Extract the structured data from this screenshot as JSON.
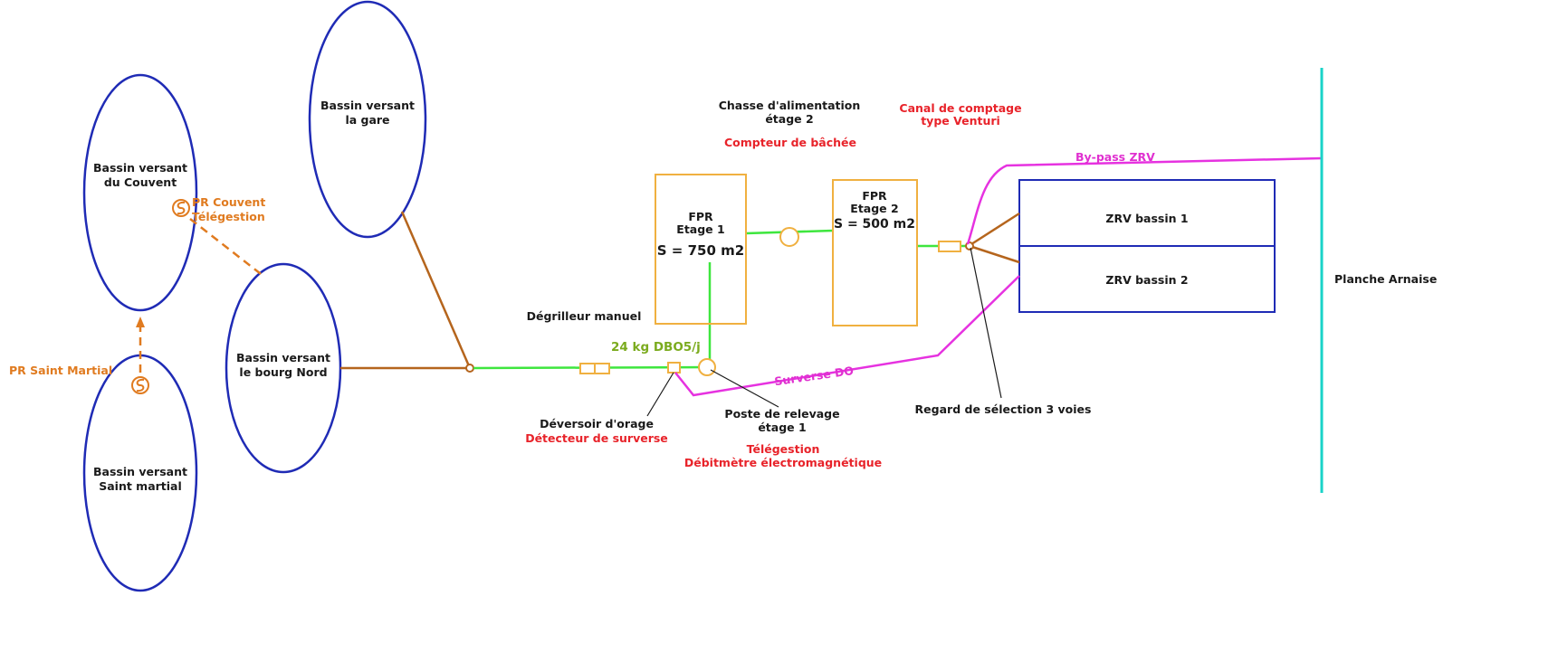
{
  "colors": {
    "basin_outline": "#1f2bb5",
    "brown_pipe": "#b5651d",
    "green_pipe": "#3ee63e",
    "magenta_pipe": "#e632e0",
    "orange_equipment": "#f0b040",
    "orange_text": "#e07b20",
    "red_text": "#e8232a",
    "green_text": "#7bab1e",
    "cyan_river": "#19d3c8",
    "zrv_outline": "#1f2bb5",
    "dark_text": "#1a1a1a"
  },
  "basins": {
    "couvent": [
      "Bassin versant",
      "du Couvent"
    ],
    "saint_martial": [
      "Bassin versant",
      "Saint martial"
    ],
    "gare": [
      "Bassin versant",
      "la gare"
    ],
    "bourg_nord": [
      "Bassin versant",
      "le bourg Nord"
    ]
  },
  "pumping_stations": {
    "couvent_name": "PR Couvent",
    "couvent_remote": "Télégestion",
    "saint_martial": "PR Saint Martial"
  },
  "fpr1": [
    "FPR",
    "Etage 1",
    "S = 750 m2"
  ],
  "fpr2": [
    "FPR",
    "Etage 2",
    "S = 500 m2"
  ],
  "zrv": {
    "basin1": "ZRV bassin 1",
    "basin2": "ZRV bassin 2",
    "bypass": "By-pass ZRV"
  },
  "equipment": {
    "degrilleur": "Dégrilleur manuel",
    "load": "24 kg DBO5/j",
    "deversoir": "Déversoir d'orage",
    "detecteur": "Détecteur de surverse",
    "poste_line1": "Poste de relevage",
    "poste_line2": "étage 1",
    "telegestion": "Télégestion",
    "debitmetre": "Débitmètre électromagnétique",
    "surverse": "Surverse DO",
    "chasse_line1": "Chasse d'alimentation",
    "chasse_line2": "étage 2",
    "compteur": "Compteur de bâchée",
    "canal_line1": "Canal de comptage",
    "canal_line2": "type Venturi",
    "regard": "Regard de sélection 3 voies"
  },
  "outfall": "Planche Arnaise"
}
